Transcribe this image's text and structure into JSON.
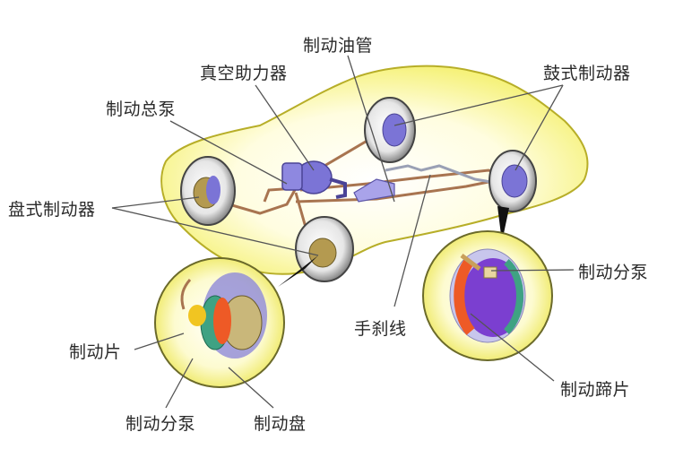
{
  "diagram": {
    "subject": "Automobile brake system",
    "colors": {
      "car_body": "#f4f06a",
      "car_outline": "#b7ae28",
      "brake_line": "#a87450",
      "component": "#7b74d6",
      "tire": "#d9d9d9",
      "leader": "#555555",
      "text": "#2a2a2a"
    },
    "labels": {
      "brake_line": "制动油管",
      "vacuum_booster": "真空助力器",
      "drum_brake": "鼓式制动器",
      "master_cylinder": "制动总泵",
      "disc_brake": "盘式制动器",
      "handbrake_cable": "手刹线",
      "disc_brake_pad": "制动片",
      "disc_wheel_cylinder": "制动分泵",
      "brake_disc": "制动盘",
      "drum_wheel_cylinder": "制动分泵",
      "brake_shoe": "制动蹄片"
    }
  }
}
